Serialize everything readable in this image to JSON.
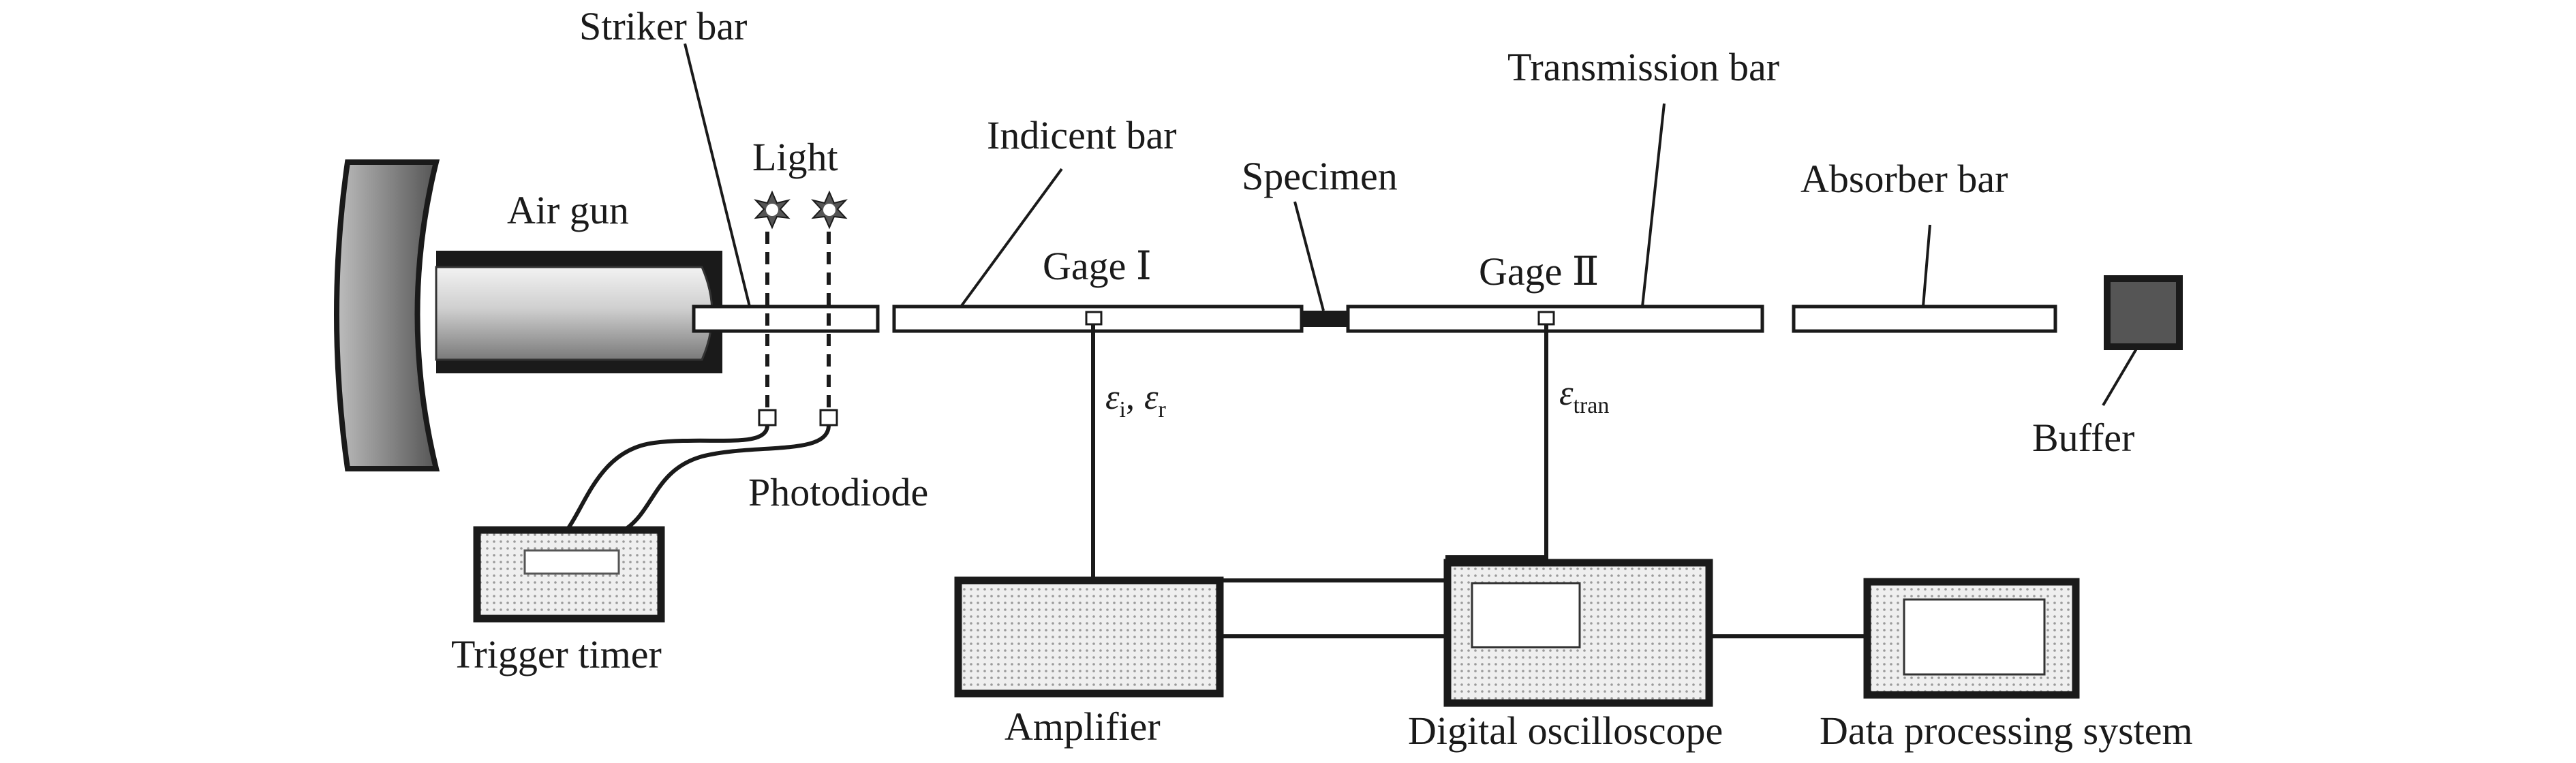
{
  "labels": {
    "striker_bar": "Striker bar",
    "light": "Light",
    "air_gun": "Air gun",
    "indicent_bar": "Indicent bar",
    "gage_one": "Gage Ⅰ",
    "specimen": "Specimen",
    "transmission_bar": "Transmission bar",
    "gage_two": "Gage Ⅱ",
    "absorber_bar": "Absorber bar",
    "buffer": "Buffer",
    "photodiode": "Photodiode",
    "trigger_timer": "Trigger timer",
    "amplifier": "Amplifier",
    "digital_oscilloscope": "Digital oscilloscope",
    "data_processing_system": "Data processing system"
  },
  "signals": {
    "eps": "ε",
    "incident_sub": "i",
    "separator": ",",
    "reflected_sub": "r",
    "transmitted_sub": "tran"
  }
}
